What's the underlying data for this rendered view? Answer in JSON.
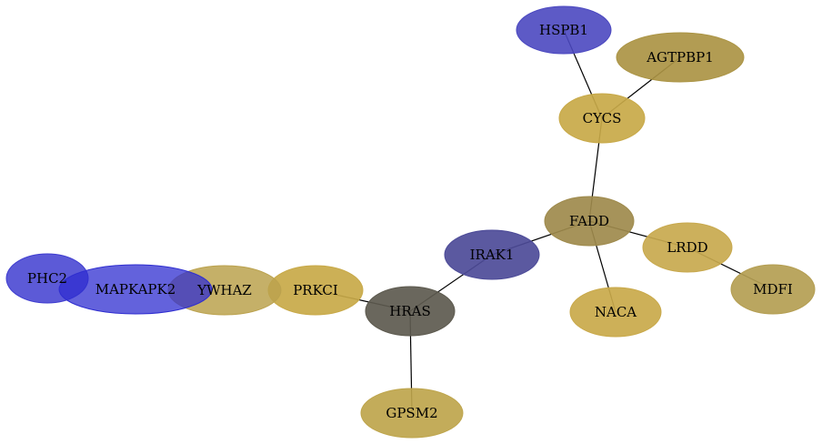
{
  "nodes": [
    {
      "id": "HSPB1",
      "label": "HSPB1",
      "color": "#4b48c0"
    },
    {
      "id": "AGTPBP1",
      "label": "AGTPBP1",
      "color": "#ab9444"
    },
    {
      "id": "CYCS",
      "label": "CYCS",
      "color": "#c8a948"
    },
    {
      "id": "FADD",
      "label": "FADD",
      "color": "#9e8a4c"
    },
    {
      "id": "LRDD",
      "label": "LRDD",
      "color": "#c8a94e"
    },
    {
      "id": "MDFI",
      "label": "MDFI",
      "color": "#b49e52"
    },
    {
      "id": "NACA",
      "label": "NACA",
      "color": "#c9a94a"
    },
    {
      "id": "IRAK1",
      "label": "IRAK1",
      "color": "#4d4b98"
    },
    {
      "id": "HRAS",
      "label": "HRAS",
      "color": "#5d5a4f"
    },
    {
      "id": "GPSM2",
      "label": "GPSM2",
      "color": "#bea54c"
    },
    {
      "id": "PRKCI",
      "label": "PRKCI",
      "color": "#c8a948"
    },
    {
      "id": "YWHAZ",
      "label": "YWHAZ",
      "color": "#bba24e"
    },
    {
      "id": "MAPKAPK2",
      "label": "MAPKAPK2",
      "color": "#2f2ed0"
    },
    {
      "id": "PHC2",
      "label": "PHC2",
      "color": "#3f3dd0"
    }
  ],
  "edges": [
    [
      "HSPB1",
      "CYCS"
    ],
    [
      "AGTPBP1",
      "CYCS"
    ],
    [
      "CYCS",
      "FADD"
    ],
    [
      "FADD",
      "LRDD"
    ],
    [
      "LRDD",
      "MDFI"
    ],
    [
      "FADD",
      "NACA"
    ],
    [
      "FADD",
      "IRAK1"
    ],
    [
      "IRAK1",
      "HRAS"
    ],
    [
      "HRAS",
      "GPSM2"
    ],
    [
      "HRAS",
      "PRKCI"
    ]
  ]
}
